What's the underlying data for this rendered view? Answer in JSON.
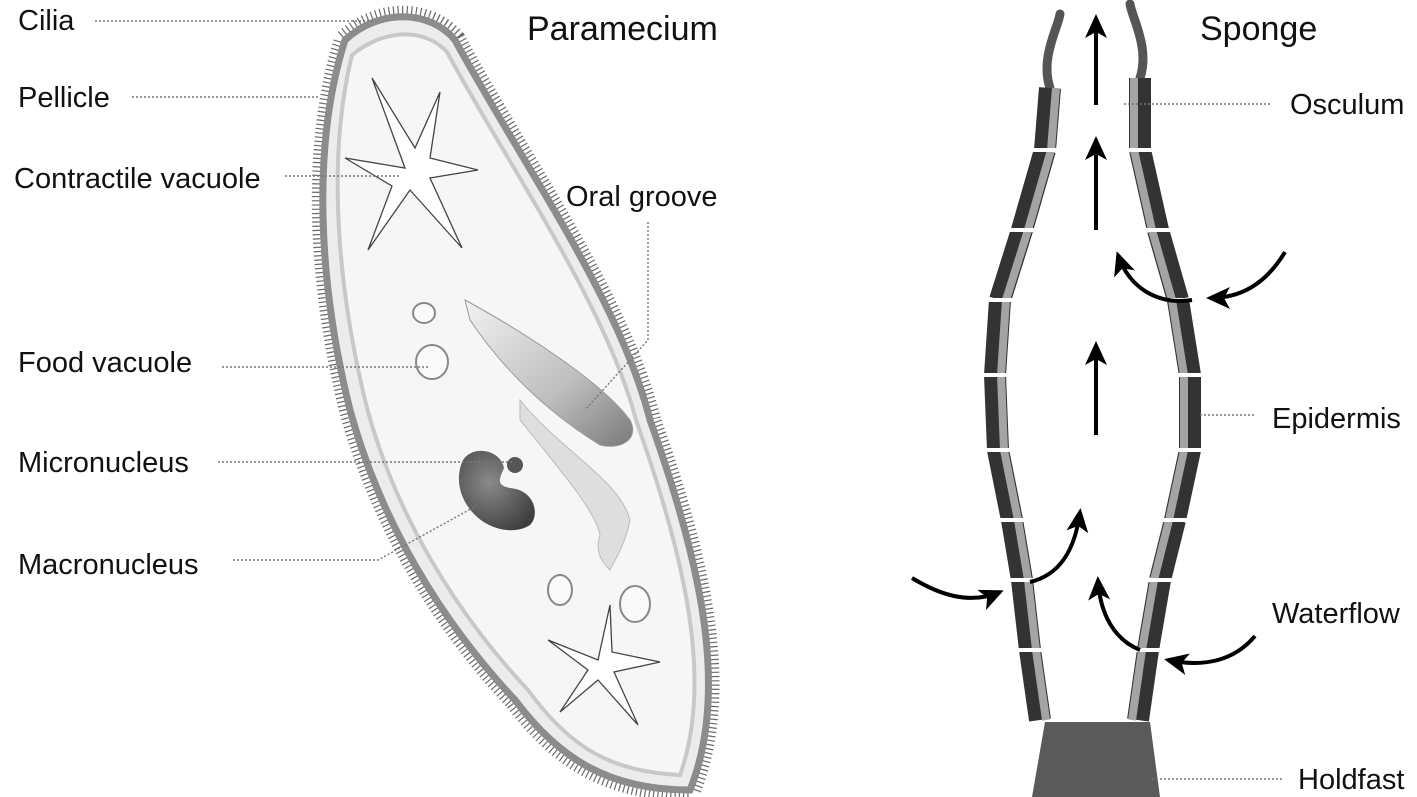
{
  "paramecium": {
    "title": "Paramecium",
    "labels": {
      "cilia": "Cilia",
      "pellicle": "Pellicle",
      "contractile_vacuole": "Contractile vacuole",
      "oral_groove": "Oral groove",
      "food_vacuole": "Food vacuole",
      "micronucleus": "Micronucleus",
      "macronucleus": "Macronucleus"
    }
  },
  "sponge": {
    "title": "Sponge",
    "labels": {
      "osculum": "Osculum",
      "epidermis": "Epidermis",
      "waterflow": "Waterflow",
      "holdfast": "Holdfast"
    }
  },
  "colors": {
    "cell_fill": "#ececec",
    "cilia": "#555555",
    "sponge_wall_dark": "#333333",
    "sponge_wall_light": "#9a9a9a",
    "arrows": "#000000"
  }
}
